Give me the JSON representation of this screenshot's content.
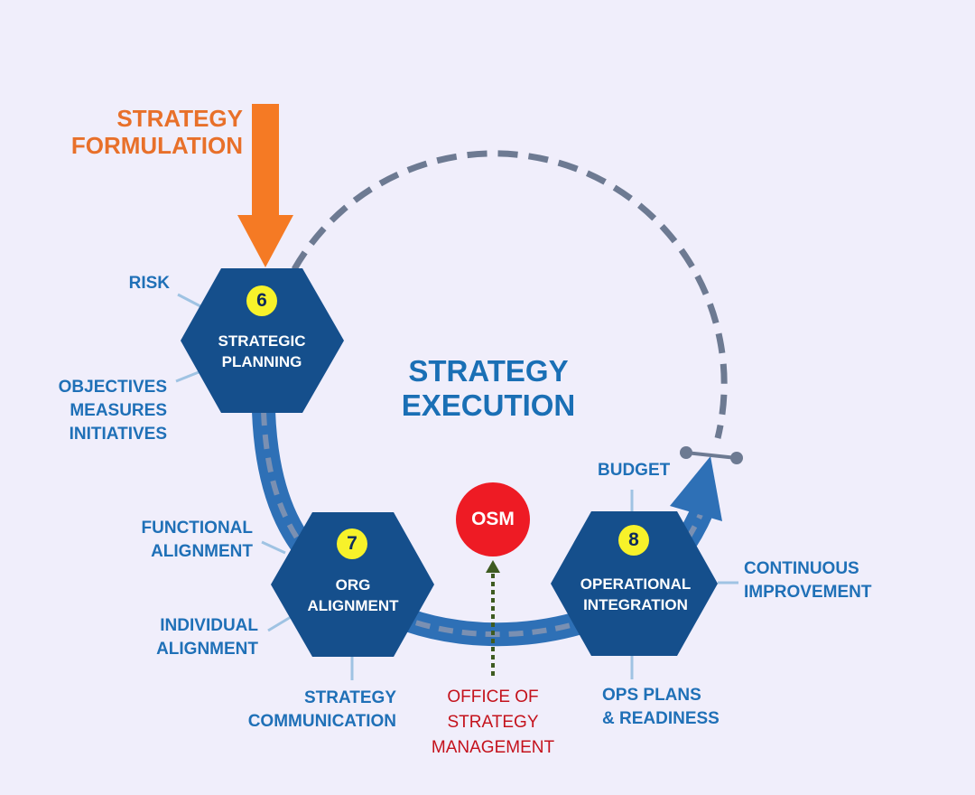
{
  "formulation": {
    "line1": "STRATEGY",
    "line2": "FORMULATION"
  },
  "center": {
    "line1": "STRATEGY",
    "line2": "EXECUTION"
  },
  "stages": [
    {
      "number": "6",
      "line1": "STRATEGIC",
      "line2": "PLANNING"
    },
    {
      "number": "7",
      "line1": "ORG",
      "line2": "ALIGNMENT"
    },
    {
      "number": "8",
      "line1": "OPERATIONAL",
      "line2": "INTEGRATION"
    }
  ],
  "osm": {
    "badge": "OSM",
    "line1": "OFFICE OF",
    "line2": "STRATEGY",
    "line3": "MANAGEMENT"
  },
  "labels": {
    "risk": "RISK",
    "objectives": [
      "OBJECTIVES",
      "MEASURES",
      "INITIATIVES"
    ],
    "functional": [
      "FUNCTIONAL",
      "ALIGNMENT"
    ],
    "individual": [
      "INDIVIDUAL",
      "ALIGNMENT"
    ],
    "communication": [
      "STRATEGY",
      "COMMUNICATION"
    ],
    "budget": "BUDGET",
    "continuous": [
      "CONTINUOUS",
      "IMPROVEMENT"
    ],
    "opsplans": [
      "OPS PLANS",
      "& READINESS"
    ]
  },
  "colors": {
    "background": "#f0eefb",
    "hexagon": "#154f8c",
    "band": "#2e70b6",
    "dashed": "#6d7a92",
    "formulation_arrow": "#f57a24",
    "number_badge": "#f7f22a",
    "osm_badge": "#ee1b24",
    "osm_pointer": "#3e5b21",
    "connector": "#9fc3e3",
    "label_text": "#1f70b7",
    "osm_text": "#c4121c"
  }
}
